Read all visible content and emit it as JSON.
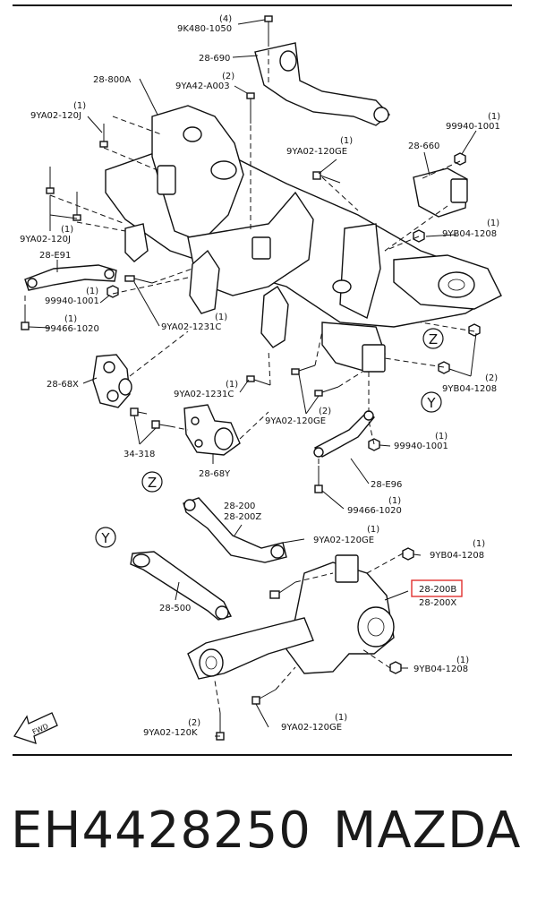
{
  "diagram": {
    "labels": [
      {
        "id": "qty-4",
        "text": "(4)"
      },
      {
        "id": "9k480",
        "text": "9K480-1050"
      },
      {
        "id": "28-690",
        "text": "28-690"
      },
      {
        "id": "qty-2a",
        "text": "(2)"
      },
      {
        "id": "9ya42",
        "text": "9YA42-A003"
      },
      {
        "id": "28-800a",
        "text": "28-800A"
      },
      {
        "id": "qty-1a",
        "text": "(1)"
      },
      {
        "id": "9ya02-120j-top",
        "text": "9YA02-120J"
      },
      {
        "id": "qty-1b",
        "text": "(1)"
      },
      {
        "id": "99940-top",
        "text": "99940-1001"
      },
      {
        "id": "qty-1c",
        "text": "(1)"
      },
      {
        "id": "9ya02-120ge-top",
        "text": "9YA02-120GE"
      },
      {
        "id": "28-660",
        "text": "28-660"
      },
      {
        "id": "qty-1d",
        "text": "(1)"
      },
      {
        "id": "9ya02-120j-left",
        "text": "9YA02-120J"
      },
      {
        "id": "qty-1e",
        "text": "(1)"
      },
      {
        "id": "9yb04-top",
        "text": "9YB04-1208"
      },
      {
        "id": "28-e91",
        "text": "28-E91"
      },
      {
        "id": "qty-1f",
        "text": "(1)"
      },
      {
        "id": "99940-left",
        "text": "99940-1001"
      },
      {
        "id": "qty-1g",
        "text": "(1)"
      },
      {
        "id": "99466-left",
        "text": "99466-1020"
      },
      {
        "id": "qty-1h",
        "text": "(1)"
      },
      {
        "id": "9ya02-1231c-a",
        "text": "9YA02-1231C"
      },
      {
        "id": "28-68x",
        "text": "28-68X"
      },
      {
        "id": "qty-1i",
        "text": "(1)"
      },
      {
        "id": "9ya02-1231c-b",
        "text": "9YA02-1231C"
      },
      {
        "id": "qty-2b",
        "text": "(2)"
      },
      {
        "id": "9yb04-right",
        "text": "9YB04-1208"
      },
      {
        "id": "qty-2c",
        "text": "(2)"
      },
      {
        "id": "9ya02-120ge-mid",
        "text": "9YA02-120GE"
      },
      {
        "id": "34-318",
        "text": "34-318"
      },
      {
        "id": "qty-1j",
        "text": "(1)"
      },
      {
        "id": "99940-mid",
        "text": "99940-1001"
      },
      {
        "id": "28-68y",
        "text": "28-68Y"
      },
      {
        "id": "28-e96",
        "text": "28-E96"
      },
      {
        "id": "qty-1k",
        "text": "(1)"
      },
      {
        "id": "99466-mid",
        "text": "99466-1020"
      },
      {
        "id": "28-200",
        "text": "28-200"
      },
      {
        "id": "28-200z",
        "text": "28-200Z"
      },
      {
        "id": "qty-1l",
        "text": "(1)"
      },
      {
        "id": "9ya02-120ge-low",
        "text": "9YA02-120GE"
      },
      {
        "id": "qty-1m",
        "text": "(1)"
      },
      {
        "id": "9yb04-low",
        "text": "9YB04-1208"
      },
      {
        "id": "28-200b",
        "text": "28-200B"
      },
      {
        "id": "28-200x",
        "text": "28-200X"
      },
      {
        "id": "28-500",
        "text": "28-500"
      },
      {
        "id": "qty-1n",
        "text": "(1)"
      },
      {
        "id": "9yb04-bottom",
        "text": "9YB04-1208"
      },
      {
        "id": "qty-2d",
        "text": "(2)"
      },
      {
        "id": "9ya02-120k",
        "text": "9YA02-120K"
      },
      {
        "id": "qty-1o",
        "text": "(1)"
      },
      {
        "id": "9ya02-120ge-bottom",
        "text": "9YA02-120GE"
      }
    ],
    "callouts": {
      "z_top": "Z",
      "y_top": "Y",
      "z_low": "Z",
      "y_low": "Y"
    },
    "fwd_label": "FWD",
    "highlight_color": "#e0302f"
  },
  "footer": {
    "part_number": "EH4428250",
    "brand": "MAZDA"
  }
}
